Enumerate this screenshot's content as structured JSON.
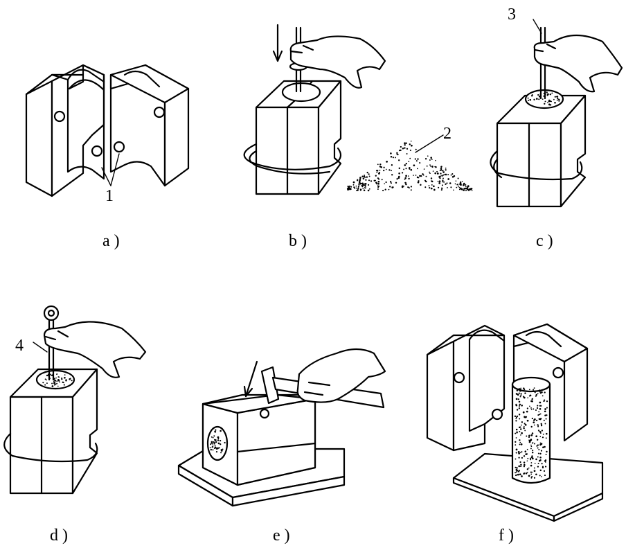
{
  "panels": [
    {
      "id": "a",
      "caption": "a )"
    },
    {
      "id": "b",
      "caption": "b )"
    },
    {
      "id": "c",
      "caption": "c )"
    },
    {
      "id": "d",
      "caption": "d )"
    },
    {
      "id": "e",
      "caption": "e )"
    },
    {
      "id": "f",
      "caption": "f )"
    }
  ],
  "callouts": [
    {
      "id": "1",
      "label": "1"
    },
    {
      "id": "2",
      "label": "2"
    },
    {
      "id": "3",
      "label": "3"
    },
    {
      "id": "4",
      "label": "4"
    }
  ]
}
